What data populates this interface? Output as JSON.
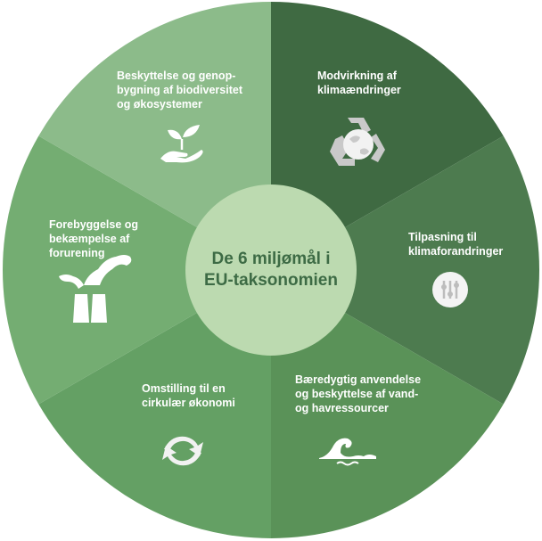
{
  "center": {
    "line1": "De 6 miljømål i",
    "line2": "EU-taksonomien"
  },
  "colors": {
    "center_fill": "#bcdab0",
    "center_text": "#3d6b45"
  },
  "segments": [
    {
      "lines": [
        "Modvirkning af",
        "klimaændringer"
      ],
      "icon": "recycle-globe-icon",
      "color": "#3f6a42"
    },
    {
      "lines": [
        "Tilpasning til",
        "klimaforandringer"
      ],
      "icon": "sliders-icon",
      "color": "#4d7b4f"
    },
    {
      "lines": [
        "Bæredygtig anvendelse",
        "og beskyttelse af vand-",
        "og havressourcer"
      ],
      "icon": "wave-icon",
      "color": "#5a9258"
    },
    {
      "lines": [
        "Omstilling til en",
        "cirkulær økonomi"
      ],
      "icon": "circular-arrows-icon",
      "color": "#64a064"
    },
    {
      "lines": [
        "Forebyggelse og",
        "bekæmpelse af",
        "forurening"
      ],
      "icon": "factory-smoke-icon",
      "color": "#74ad72"
    },
    {
      "lines": [
        "Beskyttelse og genop-",
        "bygning af biodiversitet",
        "og økosystemer"
      ],
      "icon": "plant-hand-icon",
      "color": "#8cbb8a"
    }
  ]
}
